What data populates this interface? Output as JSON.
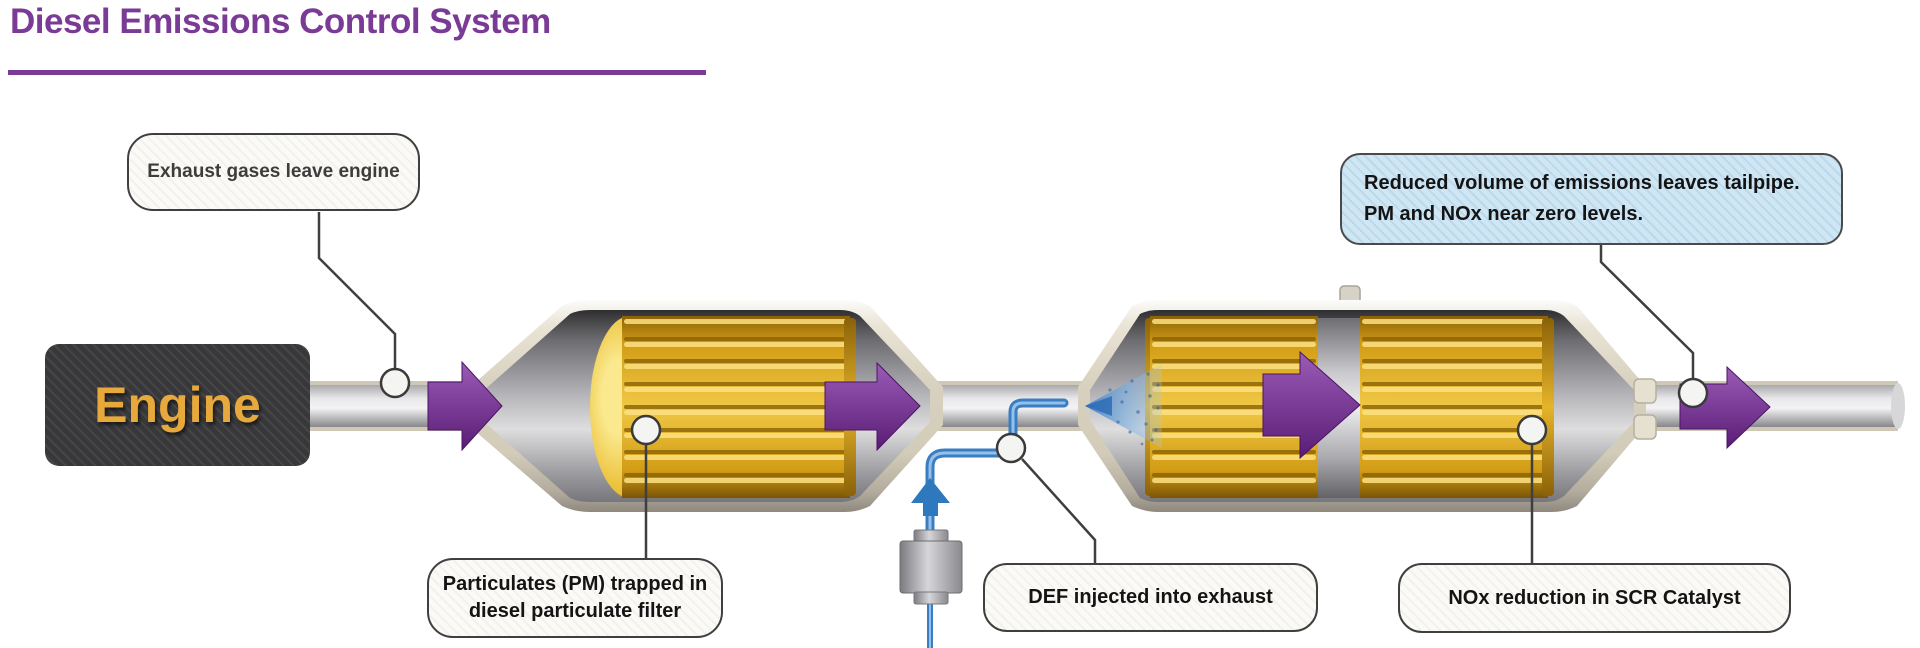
{
  "page": {
    "title": "Diesel Emissions Control System"
  },
  "engine": {
    "label": "Engine"
  },
  "callouts": {
    "exhaust": {
      "text": "Exhaust gases leave engine"
    },
    "tailpipe": {
      "line1": "Reduced volume of emissions leaves tailpipe.",
      "line2": "PM and NOx near zero levels."
    },
    "pm": {
      "line1": "Particulates (PM) trapped in",
      "line2": "diesel particulate filter"
    },
    "def": {
      "text": "DEF injected into exhaust"
    },
    "nox": {
      "text": "NOx reduction in SCR Catalyst"
    }
  },
  "diagram": {
    "flow_direction": "left-to-right",
    "components": [
      "engine",
      "exhaust-pipe",
      "diesel-particulate-filter",
      "def-injector-pump",
      "def-spray",
      "scr-catalyst",
      "tailpipe"
    ],
    "colors": {
      "title_purple": "#7a3b96",
      "arrow_purple": "#6b2d85",
      "filter_gold": "#e8b829",
      "shell_beige": "#d8d1c0",
      "def_blue": "#3a7dc0",
      "callout_blue_bg": "#cfe7f5",
      "engine_text_gold": "#e7a93c"
    }
  }
}
